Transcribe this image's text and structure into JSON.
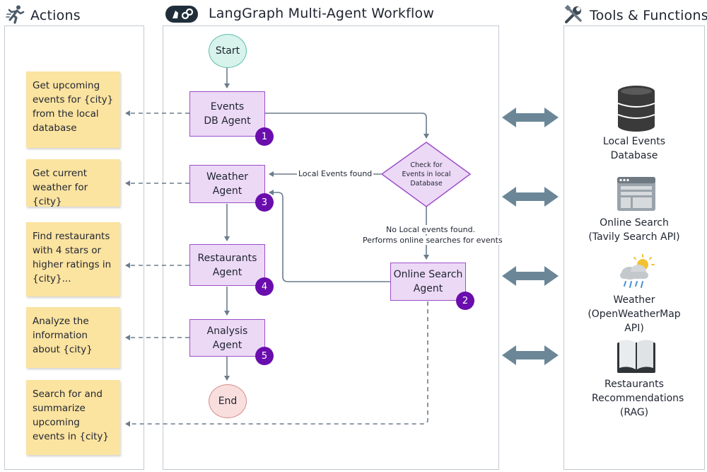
{
  "panels": {
    "actions_title": "Actions",
    "workflow_title": "LangGraph Multi-Agent Workflow",
    "tools_title": "Tools & Functions"
  },
  "actions": [
    {
      "text": "Get upcoming events for {city} from the local database"
    },
    {
      "text": "Get current weather for {city}"
    },
    {
      "text": "Find restaurants with 4 stars or higher ratings in {city}..."
    },
    {
      "text": "Analyze the information about {city}"
    },
    {
      "text": "Search for and summarize upcoming events in {city}"
    }
  ],
  "nodes": {
    "start": "Start",
    "end": "End",
    "events_db": {
      "label": "Events DB Agent",
      "badge": "1"
    },
    "weather": {
      "label": "Weather Agent",
      "badge": "3"
    },
    "restaurants": {
      "label": "Restaurants Agent",
      "badge": "4"
    },
    "analysis": {
      "label": "Analysis Agent",
      "badge": "5"
    },
    "online_search": {
      "label": "Online Search Agent",
      "badge": "2"
    },
    "decision": "Check for Events in local Database"
  },
  "edge_labels": {
    "found": "Local Events found",
    "not_found_line1": "No Local events found.",
    "not_found_line2": "Performs online searches for events"
  },
  "tools": [
    {
      "label": "Local Events Database",
      "icon": "database-icon"
    },
    {
      "label": "Online Search (Tavily Search API)",
      "icon": "browser-window-icon"
    },
    {
      "label": "Weather (OpenWeatherMap API)",
      "icon": "weather-icon"
    },
    {
      "label": "Restaurants Recommendations (RAG)",
      "icon": "book-icon"
    }
  ],
  "colors": {
    "agent_fill": "#ecd9f6",
    "agent_border": "#9c4fc9",
    "badge": "#6a0dad",
    "sticky": "#fbe3a0",
    "start_fill": "#d7f3ec",
    "end_fill": "#f9dede",
    "arrow": "#6b7c8c",
    "double_arrow": "#6b8797"
  }
}
